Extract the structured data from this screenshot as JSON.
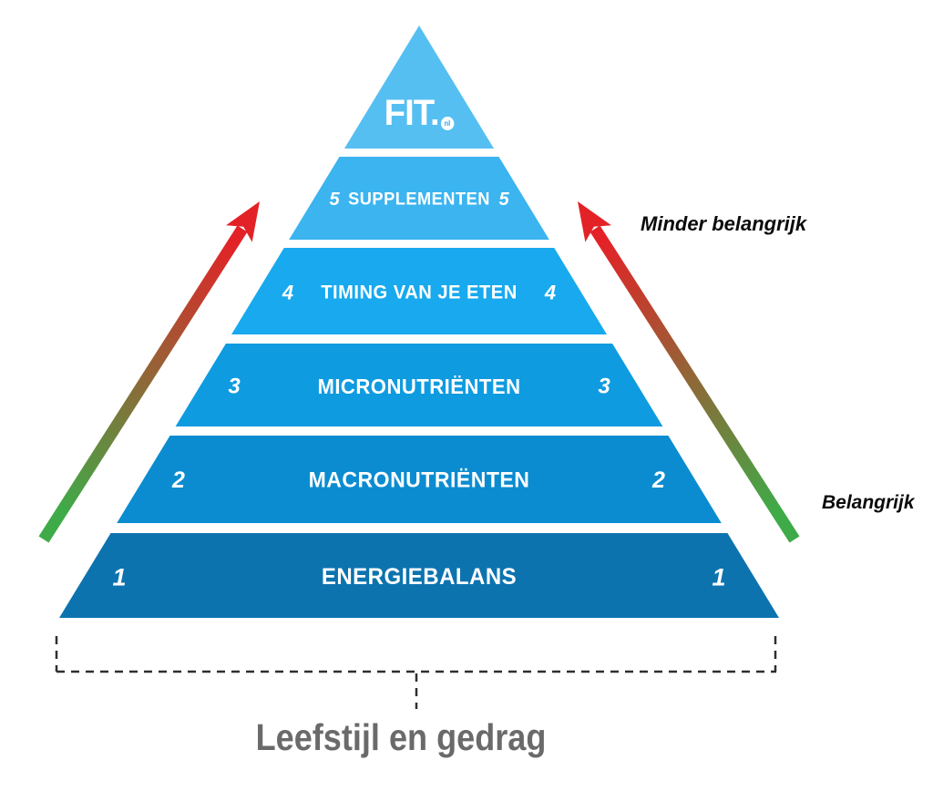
{
  "pyramid": {
    "top": {
      "logo_text": "FIT.",
      "logo_badge": "nl",
      "color": "#55BFF2"
    },
    "levels": [
      {
        "number": "5",
        "label": "SUPPLEMENTEN",
        "color": "#3BB4F0"
      },
      {
        "number": "4",
        "label": "TIMING VAN JE ETEN",
        "color": "#18A9EE"
      },
      {
        "number": "3",
        "label": "MICRONUTRIËNTEN",
        "color": "#0F9BE0"
      },
      {
        "number": "2",
        "label": "MACRONUTRIËNTEN",
        "color": "#0B8CD0"
      },
      {
        "number": "1",
        "label": "ENERGIEBALANS",
        "color": "#0C73AF"
      }
    ]
  },
  "annotations": {
    "top_right": "Minder belangrijk",
    "bottom_right": "Belangrijk",
    "base": "Leefstijl en gedrag"
  },
  "arrows": {
    "start_color": "#3EAB48",
    "end_color": "#E32227"
  }
}
